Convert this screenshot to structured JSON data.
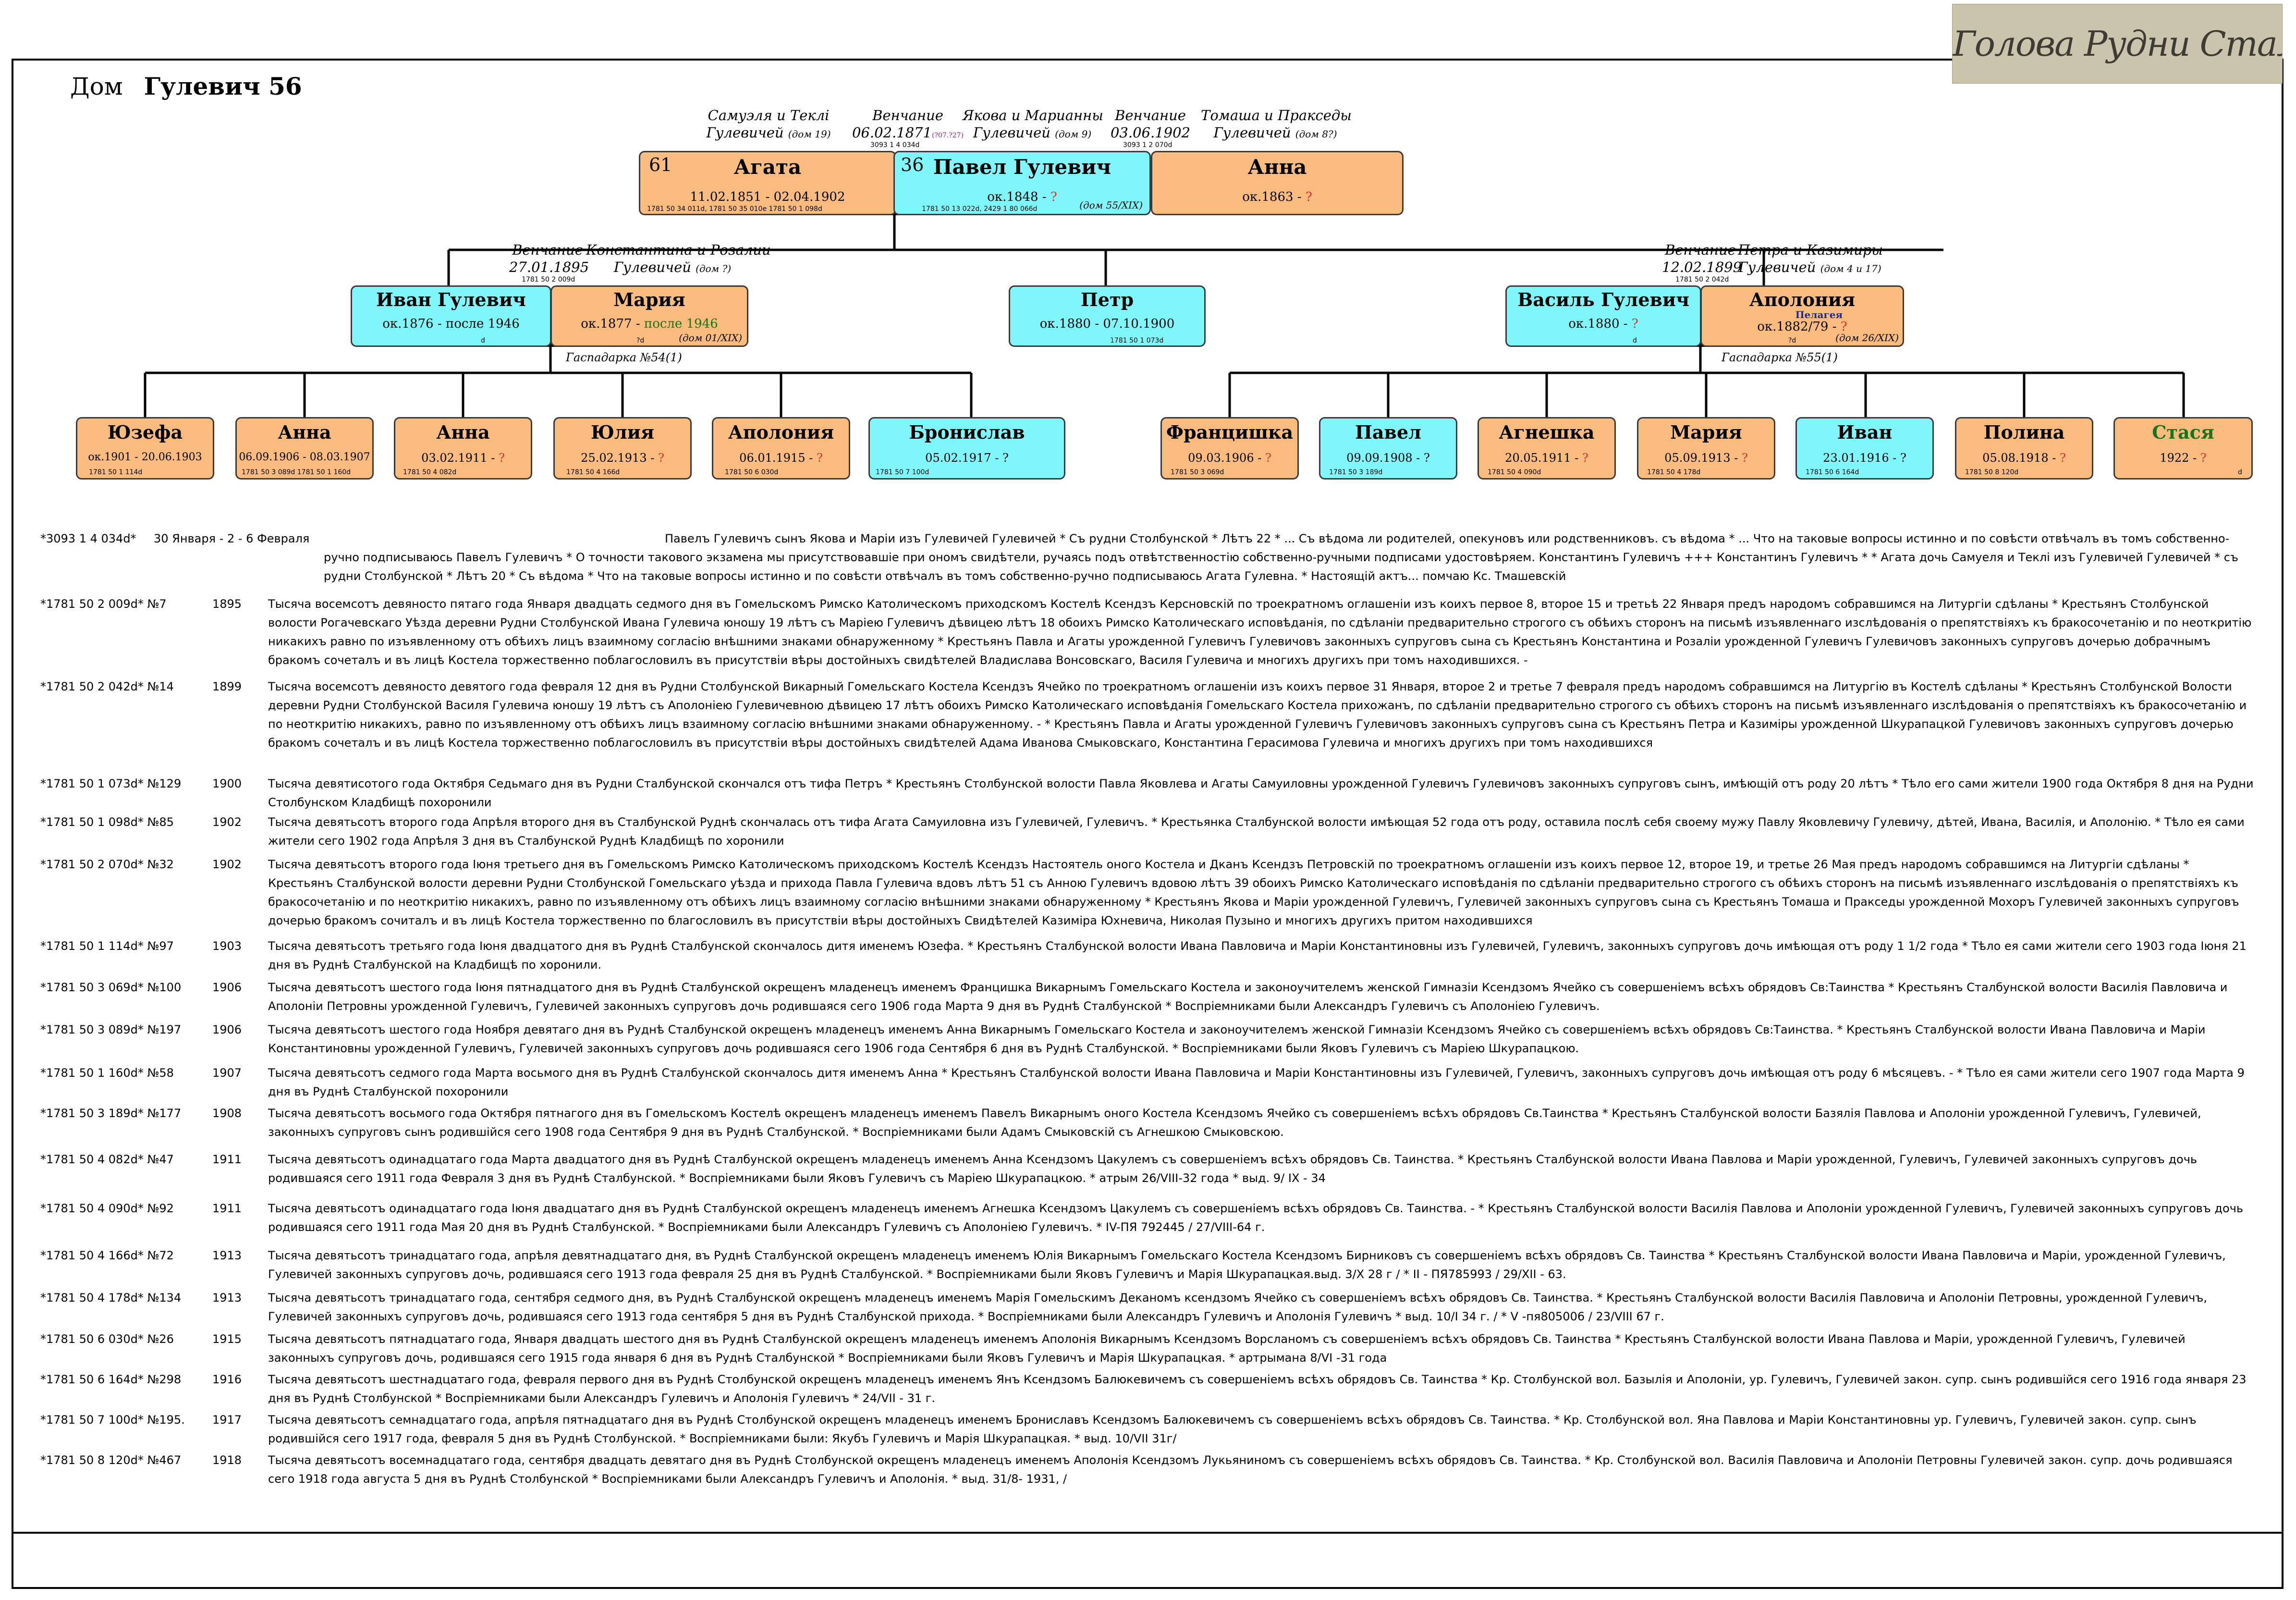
{
  "house": {
    "label": "Дом",
    "name": "Гулевич 56"
  },
  "signature": "Голова Рудни Сталбунська",
  "annotations": {
    "samuel_tekla": {
      "line1": "Самуэля и Теклі",
      "line2": "Гулевичей",
      "house": "(дом 19)"
    },
    "wedding1": {
      "title": "Венчание",
      "date": "06.02.1871",
      "note": "(?07.?27)",
      "ref": "3093 1 4 034d"
    },
    "yakov_mariana": {
      "line1": "Якова и Марианны",
      "line2": "Гулевичей",
      "house": "(дом 9)"
    },
    "wedding2": {
      "title": "Венчание",
      "date": "03.06.1902",
      "ref": "3093 1 2 070d"
    },
    "tomash_praksedy": {
      "line1": "Томаша и Пракседы",
      "line2": "Гулевичей",
      "house": "(дом 8?)"
    },
    "wedding3": {
      "title": "Венчание",
      "date": "27.01.1895",
      "ref": "1781 50 2 009d"
    },
    "konstantin_rozalia": {
      "line1": "Константина и Розалии",
      "line2": "Гулевичей",
      "house": "(дом ?)"
    },
    "wedding4": {
      "title": "Венчание",
      "date": "12.02.1899",
      "ref": "1781 50 2 042d"
    },
    "petr_kazimira": {
      "line1": "Петра и Казимиры",
      "line2": "Гулевичей",
      "house": "(дом 4 и 17)"
    },
    "gaspadarka1": "Гаспадарка №54(1)",
    "gaspadarka2": "Гаспадарка №55(1)"
  },
  "people": {
    "agata": {
      "num": "61",
      "name": "Агата",
      "dates": "11.02.1851 - 02.04.1902",
      "ref": "1781 50 34 011d, 1781 50 35 010e     1781 50 1 098d"
    },
    "pavel": {
      "num": "36",
      "name": "Павел Гулевич",
      "dates_a": "ок.1848 - ",
      "dates_b": "?",
      "ref": "1781 50 13 022d, 2429 1 80 066d",
      "house": "(дом 55/XIX)"
    },
    "anna_w": {
      "name": "Анна",
      "dates_a": "ок.1863 - ",
      "dates_b": "?"
    },
    "ivan": {
      "name": "Иван Гулевич",
      "dates": "ок.1876 - после 1946",
      "ref": "d"
    },
    "maria": {
      "name": "Мария",
      "dates_a": "ок.1877 - ",
      "dates_b": "после 1946",
      "ref": "?d",
      "house": "(дом 01/XIX)"
    },
    "petr": {
      "name": "Петр",
      "dates": "ок.1880 - 07.10.1900",
      "ref": "1781 50 1 073d"
    },
    "vasil": {
      "name": "Василь Гулевич",
      "dates_a": "ок.1880 - ",
      "dates_b": "?",
      "ref": "d"
    },
    "apolonia_w": {
      "name": "Аполония",
      "nick": "Пелагея",
      "dates_a": "ок.1882/79 - ",
      "dates_b": "?",
      "ref": "?d",
      "house": "(дом 26/XIX)"
    },
    "yuzefa": {
      "name": "Юзефа",
      "dates": "ок.1901 - 20.06.1903",
      "ref": "1781 50 1 114d"
    },
    "anna1": {
      "name": "Анна",
      "dates": "06.09.1906 - 08.03.1907",
      "ref": "1781 50 3 089d     1781 50 1 160d"
    },
    "anna2": {
      "name": "Анна",
      "dates_a": "03.02.1911 - ",
      "dates_b": "?",
      "ref": "1781 50 4 082d"
    },
    "yulia": {
      "name": "Юлия",
      "dates_a": "25.02.1913 - ",
      "dates_b": "?",
      "ref": "1781 50 4 166d"
    },
    "apolonia_c": {
      "name": "Аполония",
      "dates_a": "06.01.1915 - ",
      "dates_b": "?",
      "ref": "1781 50 6 030d"
    },
    "bronislav": {
      "name": "Бронислав",
      "dates": "05.02.1917 - ?",
      "ref": "1781 50 7 100d"
    },
    "francishka": {
      "name": "Франциш­ка",
      "dates_a": "09.03.1906 - ",
      "dates_b": "?",
      "ref": "1781 50 3 069d"
    },
    "pavel_c": {
      "name": "Павел",
      "dates": "09.09.1908 - ?",
      "ref": "1781 50 3 189d"
    },
    "agneshka": {
      "name": "Агнешка",
      "dates_a": "20.05.1911 - ",
      "dates_b": "?",
      "ref": "1781 50 4 090d"
    },
    "maria_c": {
      "name": "Мария",
      "dates_a": "05.09.1913 - ",
      "dates_b": "?",
      "ref": "1781 50 4 178d"
    },
    "ivan_c": {
      "name": "Иван",
      "dates": "23.01.1916 - ?",
      "ref": "1781 50 6 164d"
    },
    "polina": {
      "name": "Полина",
      "dates_a": "05.08.1918 - ",
      "dates_b": "?",
      "ref": "1781 50 8 120d"
    },
    "stasya": {
      "name": "Стася",
      "dates_a": "1922 - ",
      "dates_b": "?",
      "ref": "d"
    }
  },
  "records": [
    {
      "id": "*3093 1 4 034d*",
      "year": "30 Января - 2 - 6 Февраля",
      "text": "Павелъ Гулевичъ сынъ Якова и Маріи изъ Гулевичей Гулевичей * Съ рудни Столбунской * Лѣтъ 22 * ... Съ вѣдома ли родителей, опекуновъ или родственниковъ. съ вѣдома * ... Что на таковые вопросы истинно и по совѣсти отвѣчалъ въ томъ собственно-ручно подписываюсь Павелъ Гулевичъ * О точности такового экзамена мы присутствовавшіе при ономъ свидѣтели, ручаясь подъ отвѣтственностію собственно-ручными подписами удостовѣряем. Константинъ Гулевичъ +++ Константинъ Гулевичъ * * Агата дочь Самуеля и Теклі изъ Гулевичей Гулевичей * съ рудни Столбунской * Лѣтъ 20 * Съ вѣдома * Что на таковые вопросы истинно и по совѣсти отвѣчалъ въ томъ собственно-ручно подписываюсь Агата Гулевна. * Настоящій актъ... помчаю Кс. Тмашевскій"
    },
    {
      "id": "*1781 50 2 009d* №7",
      "year": "1895",
      "text": "Тысяча восемсотъ девяносто пятаго года Января двадцать седмого дня въ Гомельскомъ Римско Католическомъ приходскомъ Костелѣ Ксендзъ Керсновскій по троекратномъ оглашеніи изъ коихъ первое 8, второе 15 и третьѣ 22 Января предъ народомъ собравшимся на Литургіи сдѣланы * Крестьянъ Столбунской волости Рогачевскаго Уѣзда деревни Рудни Столбунской Ивана Гулевича юношу 19 лѣтъ съ Маріею Гулевичъ дѣвицею лѣтъ 18 обоихъ Римско Католическаго исповѣданія, по сдѣланіи предварительно строгого съ обѣихъ сторонъ на письмѣ изъявленнаго изслѣдованія о препятствіяхъ къ бракосочетанію и по неоткритію никакихъ равно по изъявленному отъ обѣихъ лицъ взаимному согласію внѣшними знаками обнаруженному * Крестьянъ Павла и Агаты урожденной Гулевичъ Гулевичовъ законныхъ супруговъ сына съ Крестьянъ Константина и Розаліи урожденной Гулевичъ Гулевичовъ законныхъ супруговъ дочерью добрачнымъ бракомъ сочеталъ и въ лицѣ Костела торжественно поблагословилъ въ присутствіи вѣры достойныхъ свидѣтелей Владислава Вонсовскаго, Василя Гулевича и многихъ другихъ при томъ находившихся. -"
    },
    {
      "id": "*1781 50 2 042d* №14",
      "year": "1899",
      "text": "Тысяча восемсотъ девяносто девятого года февраля 12 дня въ Рудни Столбунской Викарный Гомельскаго Костела Ксендзъ Ячейко по троекратномъ оглашеніи изъ коихъ первое 31 Января, второе 2 и третье 7 февраля предъ народомъ собравшимся на Литургію въ Костелѣ сдѣланы * Крестьянъ Столбунской Волости деревни Рудни Столбунской Василя Гулевича юношу 19 лѣтъ съ Аполоніею Гулевичевною дѣвицею 17 лѣтъ обоихъ Римско Католическаго исповѣданія Гомельскаго Костела прихожанъ, по сдѣланіи предварительно строгого съ обѣихъ сторонъ на письмѣ изъявленнаго изслѣдованія о препятствіяхъ къ бракосочетанію и по неоткритію никакихъ, равно по изъявленному отъ обѣихъ лицъ взаимному согласію внѣшними знаками обнаруженному. - * Крестьянъ Павла и Агаты урожденной Гулевичъ Гулевичовъ законныхъ супруговъ сына съ Крестьянъ Петра и Казиміры урожденной Шкурапацкой Гулевичовъ законныхъ супруговъ дочерью бракомъ сочеталъ и въ лицѣ Костела торжественно поблагословилъ въ присутствіи вѣры достойныхъ свидѣтелей Адама Иванова Смыковскаго, Константина Герасимова Гулевича и многихъ другихъ при томъ находившихся"
    },
    {
      "id": "*1781 50 1 073d* №129",
      "year": "1900",
      "text": "Тысяча девятисотого года Октября Седьмаго дня въ Рудни Сталбунской скончался отъ тифа Петръ * Крестьянъ Столбунской волости Павла Яковлева и Агаты Самуиловны урожденной Гулевичъ Гулевичовъ законныхъ супруговъ сынъ, имѣющій отъ роду 20 лѣтъ * Тѣло его сами жители 1900 года Октября 8 дня на Рудни Столбунском Кладбищѣ похоронили"
    },
    {
      "id": "*1781 50 1 098d* №85",
      "year": "1902",
      "text": "Тысяча девятьсотъ второго года Апрѣля второго дня въ Сталбунской Руднѣ скончалась отъ тифа Агата Самуиловна изъ Гулевичей, Гулевичъ. * Крестьянка Сталбунской волости имѣющая 52 года отъ роду, оставила послѣ себя своему мужу Павлу Яковлевичу Гулевичу, дѣтей, Ивана, Василія, и Аполонію. * Тѣло ея сами жители сего 1902 года Апрѣля 3 дня въ Сталбунской Руднѣ Кладбищѣ по хоронили"
    },
    {
      "id": "*1781 50 2 070d* №32",
      "year": "1902",
      "text": "Тысяча девятьсотъ второго года Іюня третьего дня въ Гомельскомъ Римско Католическомъ приходскомъ Костелѣ Ксендзъ Настоятель оного Костела и Дканъ Ксендзъ Петровскій по троекратномъ оглашеніи изъ коихъ первое 12, второе 19, и третье 26 Мая предъ народомъ собравшимся на Литургіи сдѣланы * Крестьянъ Сталбунской волости деревни Рудни Столбунской Гомельскаго уѣзда и прихода Павла Гулевича вдовъ лѣтъ 51 съ Анною Гулевичъ вдовою лѣтъ 39 обоихъ Римско Католическаго исповѣданія по сдѣланіи предварительно строгого съ обѣихъ сторонъ на письмѣ изъявленнаго изслѣдованія о препятствіяхъ къ бракосочетанію и по неоткритію никакихъ, равно по изъявленному отъ обѣихъ лицъ взаимному согласію внѣшними знаками обнаруженному * Крестьянъ Якова и Маріи урожденной Гулевичъ, Гулевичей законныхъ супруговъ сына съ Крестьянъ Томаша и Пракседы урожденной Мохоръ Гулевичей законныхъ супруговъ дочерью бракомъ сочиталъ и въ лицѣ Костела торжественно по благословилъ въ присутствіи вѣры достойныхъ Свидѣтелей Казиміра Юхневича, Николая Пузыно и многихъ другихъ притом находившихся"
    },
    {
      "id": "*1781 50 1 114d* №97",
      "year": "1903",
      "text": "Тысяча девятьсотъ третьяго года Іюня двадцатого дня въ Руднѣ Сталбунской скончалось дитя именемъ Юзефа. * Крестьянъ Сталбунской волости Ивана Павловича и Маріи Константиновны изъ Гулевичей, Гулевичъ, законныхъ супруговъ дочь имѣющая отъ роду 1 1/2 года * Тѣло ея сами жители сего 1903 года Іюня 21 дня въ Руднѣ Сталбунской на Кладбищѣ по хоронили."
    },
    {
      "id": "*1781 50 3 069d* №100",
      "year": "1906",
      "text": "Тысяча девятьсотъ шестого года Іюня пятнадцатого дня въ Руднѣ Сталбунской окрещенъ младенецъ именемъ Францишка Викарнымъ Гомельскаго Костела и законоучителемъ женской Гимназіи Ксендзомъ Ячейко съ совершеніемъ всѣхъ обрядовъ Св:Таинства * Крестьянъ Сталбунской волости Василія Павловича и Аполоніи Петровны урожденной Гулевичъ, Гулевичей законныхъ супруговъ дочь родившаяся сего 1906 года Марта 9 дня въ Руднѣ Сталбунской * Воспріемниками были Александръ Гулевичъ съ Аполоніею Гулевичъ."
    },
    {
      "id": "*1781 50 3 089d* №197",
      "year": "1906",
      "text": "Тысяча девятьсотъ шестого года Ноября девятаго дня въ Руднѣ Сталбунской окрещенъ младенецъ именемъ Анна Викарнымъ Гомельскаго Костела и законоучителемъ женской Гимназіи Ксендзомъ Ячейко съ совершеніемъ всѣхъ обрядовъ Св:Таинства. * Крестьянъ Сталбунской волости Ивана Павловича и Маріи Константиновны урожденной Гулевичъ, Гулевичей законныхъ супруговъ дочь родившаяся сего 1906 года Сентября 6 дня въ Руднѣ Сталбунской. * Воспріемниками были Яковъ Гулевичъ съ Маріею Шкурапацкою."
    },
    {
      "id": "*1781 50 1 160d* №58",
      "year": "1907",
      "text": "Тысяча девятьсотъ седмого года Марта восьмого дня въ Руднѣ Сталбунской скончалось дитя именемъ Анна * Крестьянъ Сталбунской волости Ивана Павловича и Маріи Константиновны изъ Гулевичей, Гулевичъ, законныхъ супруговъ дочь имѣющая отъ роду 6 мѣсяцевъ. - * Тѣло ея сами жители сего 1907 года Марта 9 дня въ Руднѣ Сталбунской похоронили"
    },
    {
      "id": "*1781 50 3 189d* №177",
      "year": "1908",
      "text": "Тысяча девятьсотъ восьмого года Октября пятнагого дня въ Гомельскомъ Костелѣ окрещенъ младенецъ именемъ Павелъ Викарнымъ оного Костела Ксендзомъ Ячейко съ совершеніемъ всѣхъ обрядовъ Св.Таинства * Крестьянъ Сталбунской волости Базялія Павлова и Аполоніи урожденной Гулевичъ, Гулевичей, законныхъ супруговъ сынъ родившійся сего 1908 года Сентября 9 дня въ Руднѣ Сталбунской. * Воспріемниками были Адамъ Смыковскій съ Агнешкою Смыковскою."
    },
    {
      "id": "*1781 50 4 082d* №47",
      "year": "1911",
      "text": "Тысяча девятьсотъ одинадцатаго года Марта двадцатого дня въ Руднѣ Сталбунской окрещенъ младенецъ именемъ Анна Ксендзомъ Цакулемъ съ совершеніемъ всѣхъ обрядовъ Св. Таинства. * Крестьянъ Сталбунской волости Ивана Павлова и Маріи урожденной, Гулевичъ, Гулевичей законныхъ супруговъ дочь родившаяся сего 1911 года Февраля 3 дня въ Руднѣ Сталбунской. * Воспріемниками были Яковъ Гулевичъ съ Маріею Шкурапацкою. * атрым 26/VIII-32 года * выд. 9/ IX - 34"
    },
    {
      "id": "*1781 50 4 090d* №92",
      "year": "1911",
      "text": "Тысяча девятьсотъ одинадцатаго года Іюня двадцатаго дня въ Руднѣ Сталбунской окрещенъ младенецъ именемъ Агнешка Ксендзомъ Цакулемъ съ совершеніемъ всѣхъ обрядовъ Св. Таинства. - * Крестьянъ Сталбунской волости Василія Павлова и Аполоніи урожденной Гулевичъ, Гулевичей законныхъ супруговъ дочь родившаяся сего 1911 года Мая 20 дня въ Руднѣ Сталбунской. * Воспріемниками были Александръ Гулевичъ съ Аполоніею Гулевичъ. * IV-ПЯ 792445 / 27/VIII-64 г."
    },
    {
      "id": "*1781 50 4 166d* №72",
      "year": "1913",
      "text": "Тысяча девятьсотъ тринадцатаго года, апрѣля девятнадцатаго дня, въ Руднѣ Сталбунской окрещенъ младенецъ именемъ Юлія Викарнымъ Гомельскаго Костела Ксендзомъ Бирниковъ съ совершеніемъ всѣхъ обрядовъ Св. Таинства * Крестьянъ Сталбунской волости Ивана Павловича и Маріи, урожденной Гулевичъ, Гулевичей законныхъ супруговъ дочь, родившаяся сего 1913 года февраля 25 дня въ Руднѣ Сталбунской. * Воспріемниками были Яковъ Гулевичъ и Марія Шкурапацкая.выд. 3/X 28 г / * II - ПЯ785993 / 29/XII - 63."
    },
    {
      "id": "*1781 50 4 178d* №134",
      "year": "1913",
      "text": "Тысяча девятьсотъ тринадцатаго года, сентября седмого дня, въ Руднѣ Сталбунской окрещенъ младенецъ именемъ Марія Гомельскимъ Деканомъ ксендзомъ Ячейко съ совершеніемъ всѣхъ обрядовъ Св. Таинства. * Крестьянъ Сталбунской волости Василія Павловича и Аполоніи Петровны, урожденной Гулевичъ, Гулевичей законныхъ супруговъ дочь, родившаяся сего 1913 года сентября 5 дня въ Руднѣ Сталбунской прихода. * Воспріемниками были Александръ Гулевичъ и Аполонія Гулевичъ * выд. 10/I 34 г. / * V -пя805006 / 23/VIII 67 г."
    },
    {
      "id": "*1781 50 6 030d* №26",
      "year": "1915",
      "text": "Тысяча девятьсотъ пятнадцатаго года, Января двадцать шестого дня въ Руднѣ Сталбунской окрещенъ младенецъ именемъ Аполонія Викарнымъ Ксендзомъ Ворсланомъ съ совершеніемъ всѣхъ обрядовъ Св. Таинства * Крестьянъ Сталбунской волости Ивана Павлова и Маріи, урожденной Гулевичъ, Гулевичей законныхъ супруговъ дочь, родившаяся сего 1915 года января 6 дня въ Руднѣ Сталбунской * Воспріемниками были Яковъ Гулевичъ и Марія Шкурапацкая. * артрымана 8/VI -31 года"
    },
    {
      "id": "*1781 50 6 164d* №298",
      "year": "1916",
      "text": "Тысяча девятьсотъ шестнадцатаго года, февраля первого дня въ Руднѣ Столбунской окрещенъ младенецъ именемъ Янъ Ксендзомъ Балюкевичемъ съ совершеніемъ всѣхъ обрядовъ Св. Таинства * Кр. Столбунской вол. Базылія и Аполоніи, ур. Гулевичъ, Гулевичей закон. супр. сынъ родившійся сего 1916 года января 23 дня въ Руднѣ Столбунской * Воспріемниками были Александръ Гулевичъ и Аполонія Гулевичъ * 24/VII - 31 г."
    },
    {
      "id": "*1781 50 7 100d* №195.",
      "year": "1917",
      "text": "Тысяча девятьсотъ семнадцатаго года, апрѣля пятнадцатаго дня въ Руднѣ Столбунской окрещенъ младенецъ именемъ Брониславъ Ксендзомъ Балюкевичемъ съ совершеніемъ всѣхъ обрядовъ Св. Таинства. * Кр. Столбунской вол. Яна Павлова и Маріи Константиновны ур. Гулевичъ, Гулевичей закон. супр. сынъ родившійся сего 1917 года, февраля 5 дня въ Руднѣ Столбунской. * Воспріемниками были: Якубъ Гулевичъ и Марія Шкурапацкая. * выд. 10/VII 31г/"
    },
    {
      "id": "*1781 50 8 120d* №467",
      "year": "1918",
      "text": "Тысяча девятьсотъ восемнадцатаго года, сентября двадцать девятаго дня въ Руднѣ Столбунской окрещенъ младенецъ именемъ Аполонія Ксендзомъ Лукьяниномъ съ совершеніемъ всѣхъ обрядовъ Св. Таинства. * Кр. Столбунской вол. Василія Павловича и Аполоніи Петровны Гулевичей закон. супр. дочь родившаяся сего 1918 года августа 5 дня въ Руднѣ Столбунской * Воспріемниками были Александръ Гулевичъ и Аполонія. * выд. 31/8- 1931, /"
    }
  ]
}
